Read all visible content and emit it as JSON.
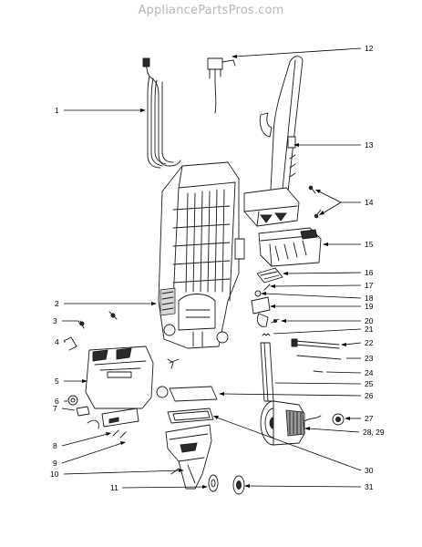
{
  "watermark": "AppliancePartsPros.com",
  "callouts": [
    {
      "id": "1",
      "label": "1"
    },
    {
      "id": "2",
      "label": "2"
    },
    {
      "id": "3",
      "label": "3"
    },
    {
      "id": "4",
      "label": "4"
    },
    {
      "id": "5",
      "label": "5"
    },
    {
      "id": "6",
      "label": "6"
    },
    {
      "id": "7",
      "label": "7"
    },
    {
      "id": "8",
      "label": "8"
    },
    {
      "id": "9",
      "label": "9"
    },
    {
      "id": "10",
      "label": "10"
    },
    {
      "id": "11",
      "label": "11"
    },
    {
      "id": "12",
      "label": "12"
    },
    {
      "id": "13",
      "label": "13"
    },
    {
      "id": "14",
      "label": "14"
    },
    {
      "id": "15",
      "label": "15"
    },
    {
      "id": "16",
      "label": "16"
    },
    {
      "id": "17",
      "label": "17"
    },
    {
      "id": "18",
      "label": "18"
    },
    {
      "id": "19",
      "label": "19"
    },
    {
      "id": "20",
      "label": "20"
    },
    {
      "id": "21",
      "label": "21"
    },
    {
      "id": "22",
      "label": "22"
    },
    {
      "id": "23",
      "label": "23"
    },
    {
      "id": "24",
      "label": "24"
    },
    {
      "id": "25",
      "label": "25"
    },
    {
      "id": "26",
      "label": "26"
    },
    {
      "id": "27",
      "label": "27"
    },
    {
      "id": "28",
      "label": "28, 29"
    },
    {
      "id": "30",
      "label": "30"
    },
    {
      "id": "31",
      "label": "31"
    }
  ]
}
